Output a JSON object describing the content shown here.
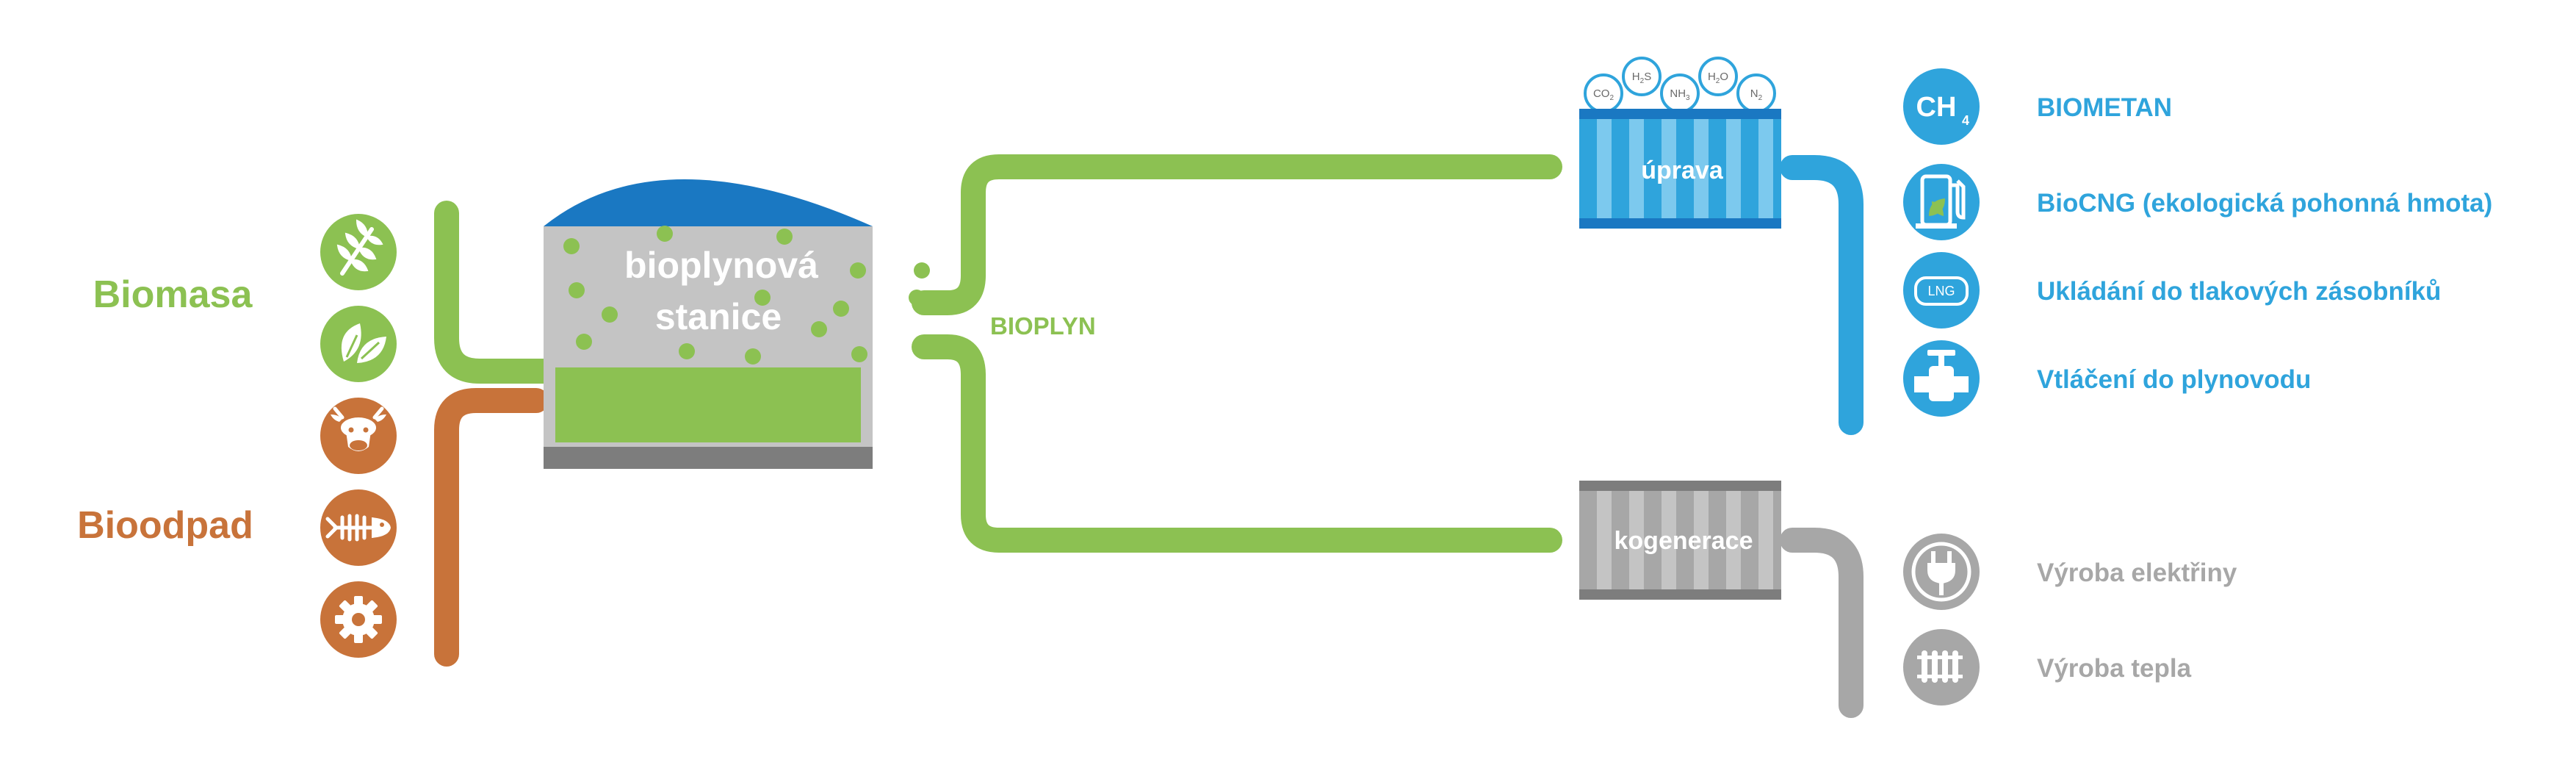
{
  "colors": {
    "green": "#8cc152",
    "orange": "#c8733a",
    "blue": "#2fa4dc",
    "gray": "#a7a7a7",
    "dome": "#1a78c2"
  },
  "inputs": {
    "biomasa_label": "Biomasa",
    "bioodpad_label": "Bioodpad",
    "icons": [
      "wheat-icon",
      "leaves-icon",
      "cow-icon",
      "fish-bone-icon",
      "gear-icon"
    ]
  },
  "station": {
    "line1": "bioplynová",
    "line2": "stanice"
  },
  "bioplyn_label": "BIOPLYN",
  "upgrade": {
    "label": "úprava",
    "gases": [
      {
        "base": "CO",
        "sub": "2",
        "tail": ""
      },
      {
        "base": "H",
        "sub": "2",
        "tail": "S"
      },
      {
        "base": "NH",
        "sub": "3",
        "tail": ""
      },
      {
        "base": "H",
        "sub": "2",
        "tail": "O"
      },
      {
        "base": "N",
        "sub": "2",
        "tail": ""
      }
    ]
  },
  "cogeneration": {
    "label": "kogenerace"
  },
  "outputs_blue": [
    {
      "icon": "ch4-icon",
      "icon_text": "CH",
      "icon_sub": "4",
      "label": "BIOMETAN"
    },
    {
      "icon": "fuel-pump-icon",
      "label": "BioCNG (ekologická pohonná hmota)"
    },
    {
      "icon": "lng-tank-icon",
      "icon_text": "LNG",
      "label": "Ukládání do tlakových zásobníků"
    },
    {
      "icon": "pipeline-valve-icon",
      "label": "Vtláčení do plynovodu"
    }
  ],
  "outputs_gray": [
    {
      "icon": "power-plug-icon",
      "label": "Výroba elektřiny"
    },
    {
      "icon": "radiator-icon",
      "label": "Výroba tepla"
    }
  ]
}
